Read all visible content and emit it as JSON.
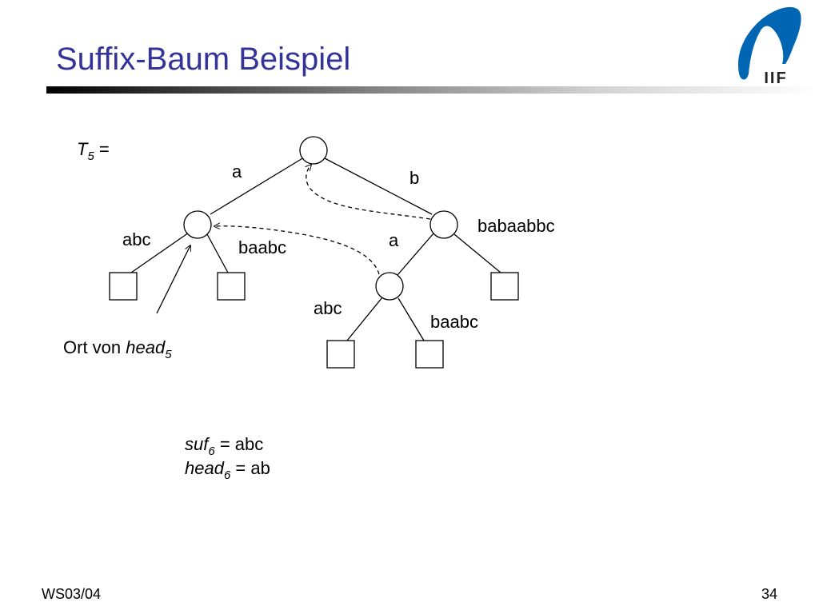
{
  "slide": {
    "title": "Suffix-Baum Beispiel",
    "footer_left": "WS03/04",
    "page_number": "34"
  },
  "logo": {
    "text": "IIF",
    "icon": "iif-logo-icon",
    "color": "#0066b3"
  },
  "colors": {
    "title": "#333399",
    "text": "#000000"
  },
  "tree": {
    "label_main": "T",
    "label_sub": "5",
    "label_eq": " =",
    "edges": {
      "root_left": "a",
      "root_right": "b",
      "left_left": "abc",
      "left_right": "baabc",
      "right_mid": "a",
      "right_right": "babaabbc",
      "mid_left": "abc",
      "mid_right": "baabc"
    },
    "annotation": {
      "prefix": "Ort von ",
      "var": "head",
      "sub": "5"
    }
  },
  "formulas": {
    "suf": {
      "var": "suf",
      "sub": "6",
      "rest": " = abc"
    },
    "head": {
      "var": "head",
      "sub": "6",
      "rest": " = ab"
    }
  }
}
